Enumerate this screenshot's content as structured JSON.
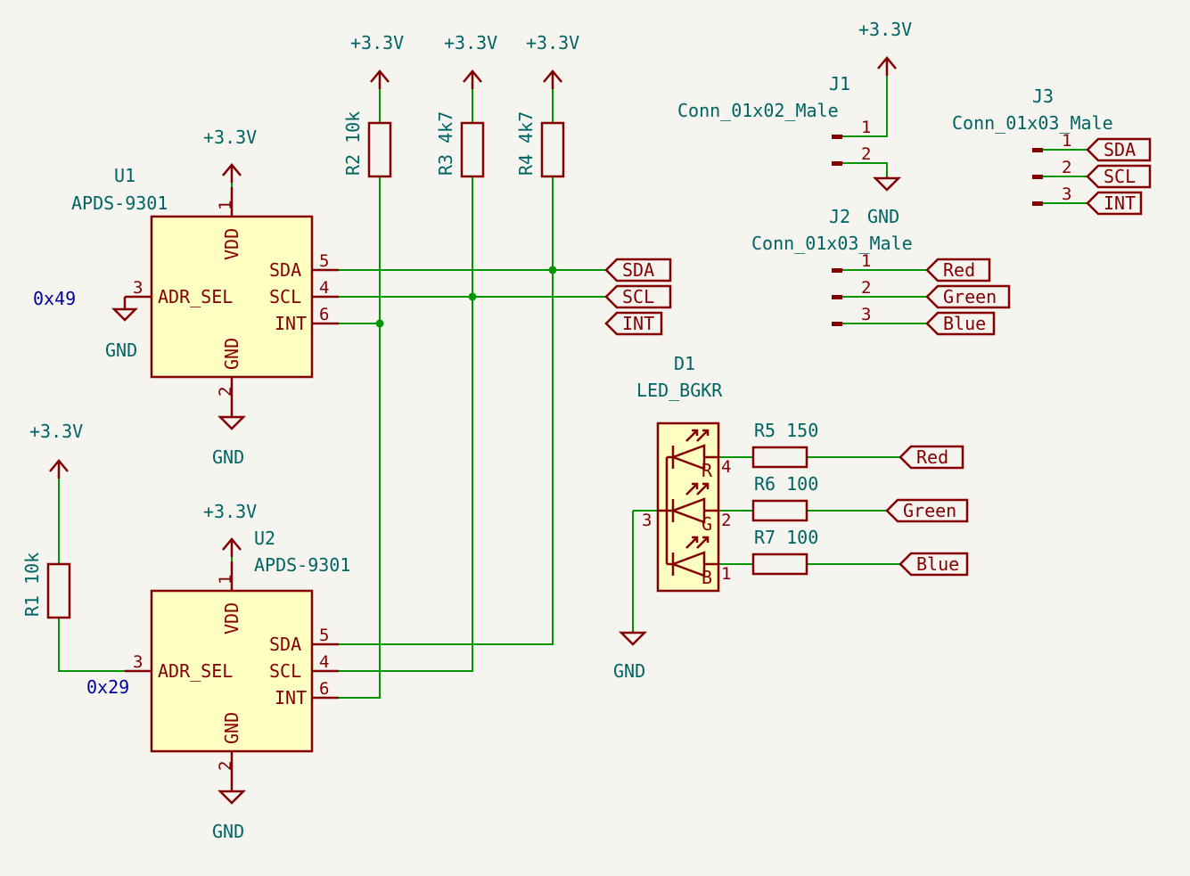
{
  "power": {
    "vcc": "+3.3V",
    "gnd": "GND"
  },
  "u1": {
    "ref": "U1",
    "value": "APDS-9301",
    "addr_note": "0x49"
  },
  "u2": {
    "ref": "U2",
    "value": "APDS-9301",
    "addr_note": "0x29"
  },
  "ic_pins": {
    "vdd": "VDD",
    "gnd": "GND",
    "adr_sel": "ADR_SEL",
    "sda": "SDA",
    "scl": "SCL",
    "int": "INT",
    "n_vdd": "1",
    "n_gnd": "2",
    "n_adr": "3",
    "n_sda": "5",
    "n_scl": "4",
    "n_int": "6"
  },
  "resistors": {
    "r1": "R1 10k",
    "r2": "R2 10k",
    "r3": "R3 4k7",
    "r4": "R4 4k7",
    "r5": "R5 150",
    "r6": "R6 100",
    "r7": "R7 100"
  },
  "nets": {
    "sda": "SDA",
    "scl": "SCL",
    "int": "INT",
    "red": "Red",
    "green": "Green",
    "blue": "Blue"
  },
  "j1": {
    "ref": "J1",
    "value": "Conn_01x02_Male",
    "p1": "1",
    "p2": "2"
  },
  "j2": {
    "ref": "J2",
    "value": "Conn_01x03_Male",
    "p1": "1",
    "p2": "2",
    "p3": "3"
  },
  "j3": {
    "ref": "J3",
    "value": "Conn_01x03_Male",
    "p1": "1",
    "p2": "2",
    "p3": "3"
  },
  "d1": {
    "ref": "D1",
    "value": "LED_BGKR",
    "r": "R",
    "g": "G",
    "b": "B",
    "n_r": "4",
    "n_g": "2",
    "n_b": "1",
    "n_k": "3"
  },
  "colors": {
    "wire": "#009600",
    "device": "#840000",
    "body": "#ffffc2",
    "ref": "#006464",
    "note": "#0000a0",
    "background": "#f5f4ef"
  }
}
